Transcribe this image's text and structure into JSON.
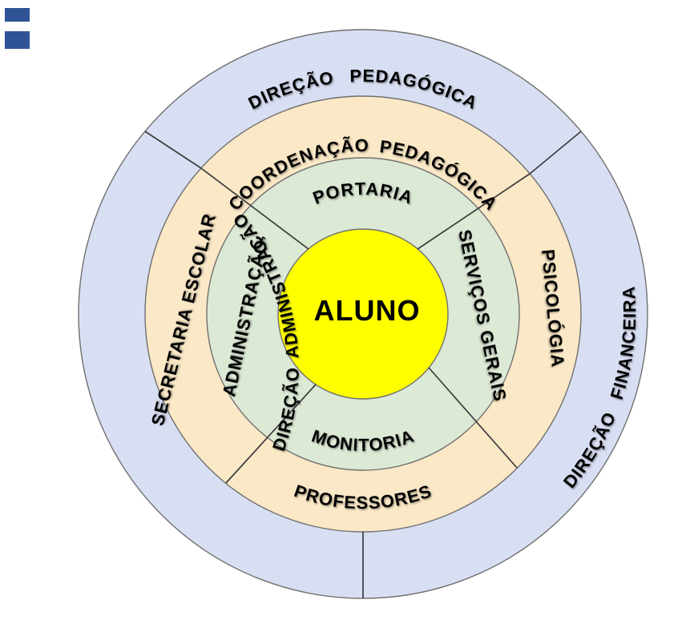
{
  "colors": {
    "background": "#ffffff",
    "ring_outer": "#D9DFF3",
    "ring_middle": "#FAE8C6",
    "ring_inner": "#DCE9D5",
    "center": "#FFFF00",
    "corner_mark": "#2F5496"
  },
  "diagram": {
    "center_label": "ALUNO",
    "rings": {
      "inner": {
        "top": "PORTARIA",
        "left": "ADMINISTRAÇÃO",
        "right": "SERVIÇOS GERAIS",
        "bottom": "MONITORIA"
      },
      "middle": {
        "top": "COORDENAÇÃO PEDAGÓGICA",
        "left": "SECRETARIA ESCOLAR",
        "right": "PSICOLÓGIA",
        "bottom": "PROFESSORES"
      },
      "outer": {
        "top": "DIREÇÃO PEDAGÓGICA",
        "left": "DIREÇÃO ADMINISTRAÇÃO",
        "right": "DIREÇÃO FINANCEIRA"
      }
    }
  }
}
